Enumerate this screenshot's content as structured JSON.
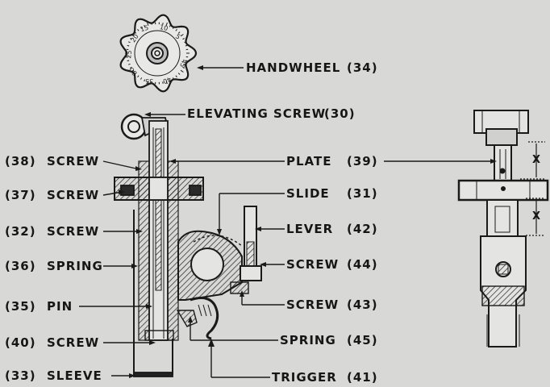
{
  "labels": {
    "handwheel": "HANDWHEEL",
    "handwheel_no": "(34)",
    "elevating_screw": "ELEVATING SCREW",
    "elevating_screw_no": "(30)",
    "plate": "PLATE",
    "plate_no": "(39)",
    "slide": "SLIDE",
    "slide_no": "(31)",
    "lever": "LEVER",
    "lever_no": "(42)",
    "screw_44": "SCREW",
    "screw_44_no": "(44)",
    "screw_43": "SCREW",
    "screw_43_no": "(43)",
    "spring_45": "SPRING",
    "spring_45_no": "(45)",
    "trigger": "TRIGGER",
    "trigger_no": "(41)",
    "screw_38_no": "(38)",
    "screw_38": "SCREW",
    "screw_37_no": "(37)",
    "screw_37": "SCREW",
    "screw_32_no": "(32)",
    "screw_32": "SCREW",
    "spring_36_no": "(36)",
    "spring_36": "SPRING",
    "pin_35_no": "(35)",
    "pin_35": "PIN",
    "screw_40_no": "(40)",
    "screw_40": "SCREW",
    "sleeve_33_no": "(33)",
    "sleeve_33": "SLEEVE"
  },
  "dial_numbers": [
    "5",
    "10",
    "15",
    "20",
    "25",
    "30",
    "35",
    "40",
    "45"
  ],
  "dimension_marks": [
    "X",
    "X"
  ],
  "colors": {
    "paper": "#d8d8d6",
    "ink": "#161616"
  }
}
